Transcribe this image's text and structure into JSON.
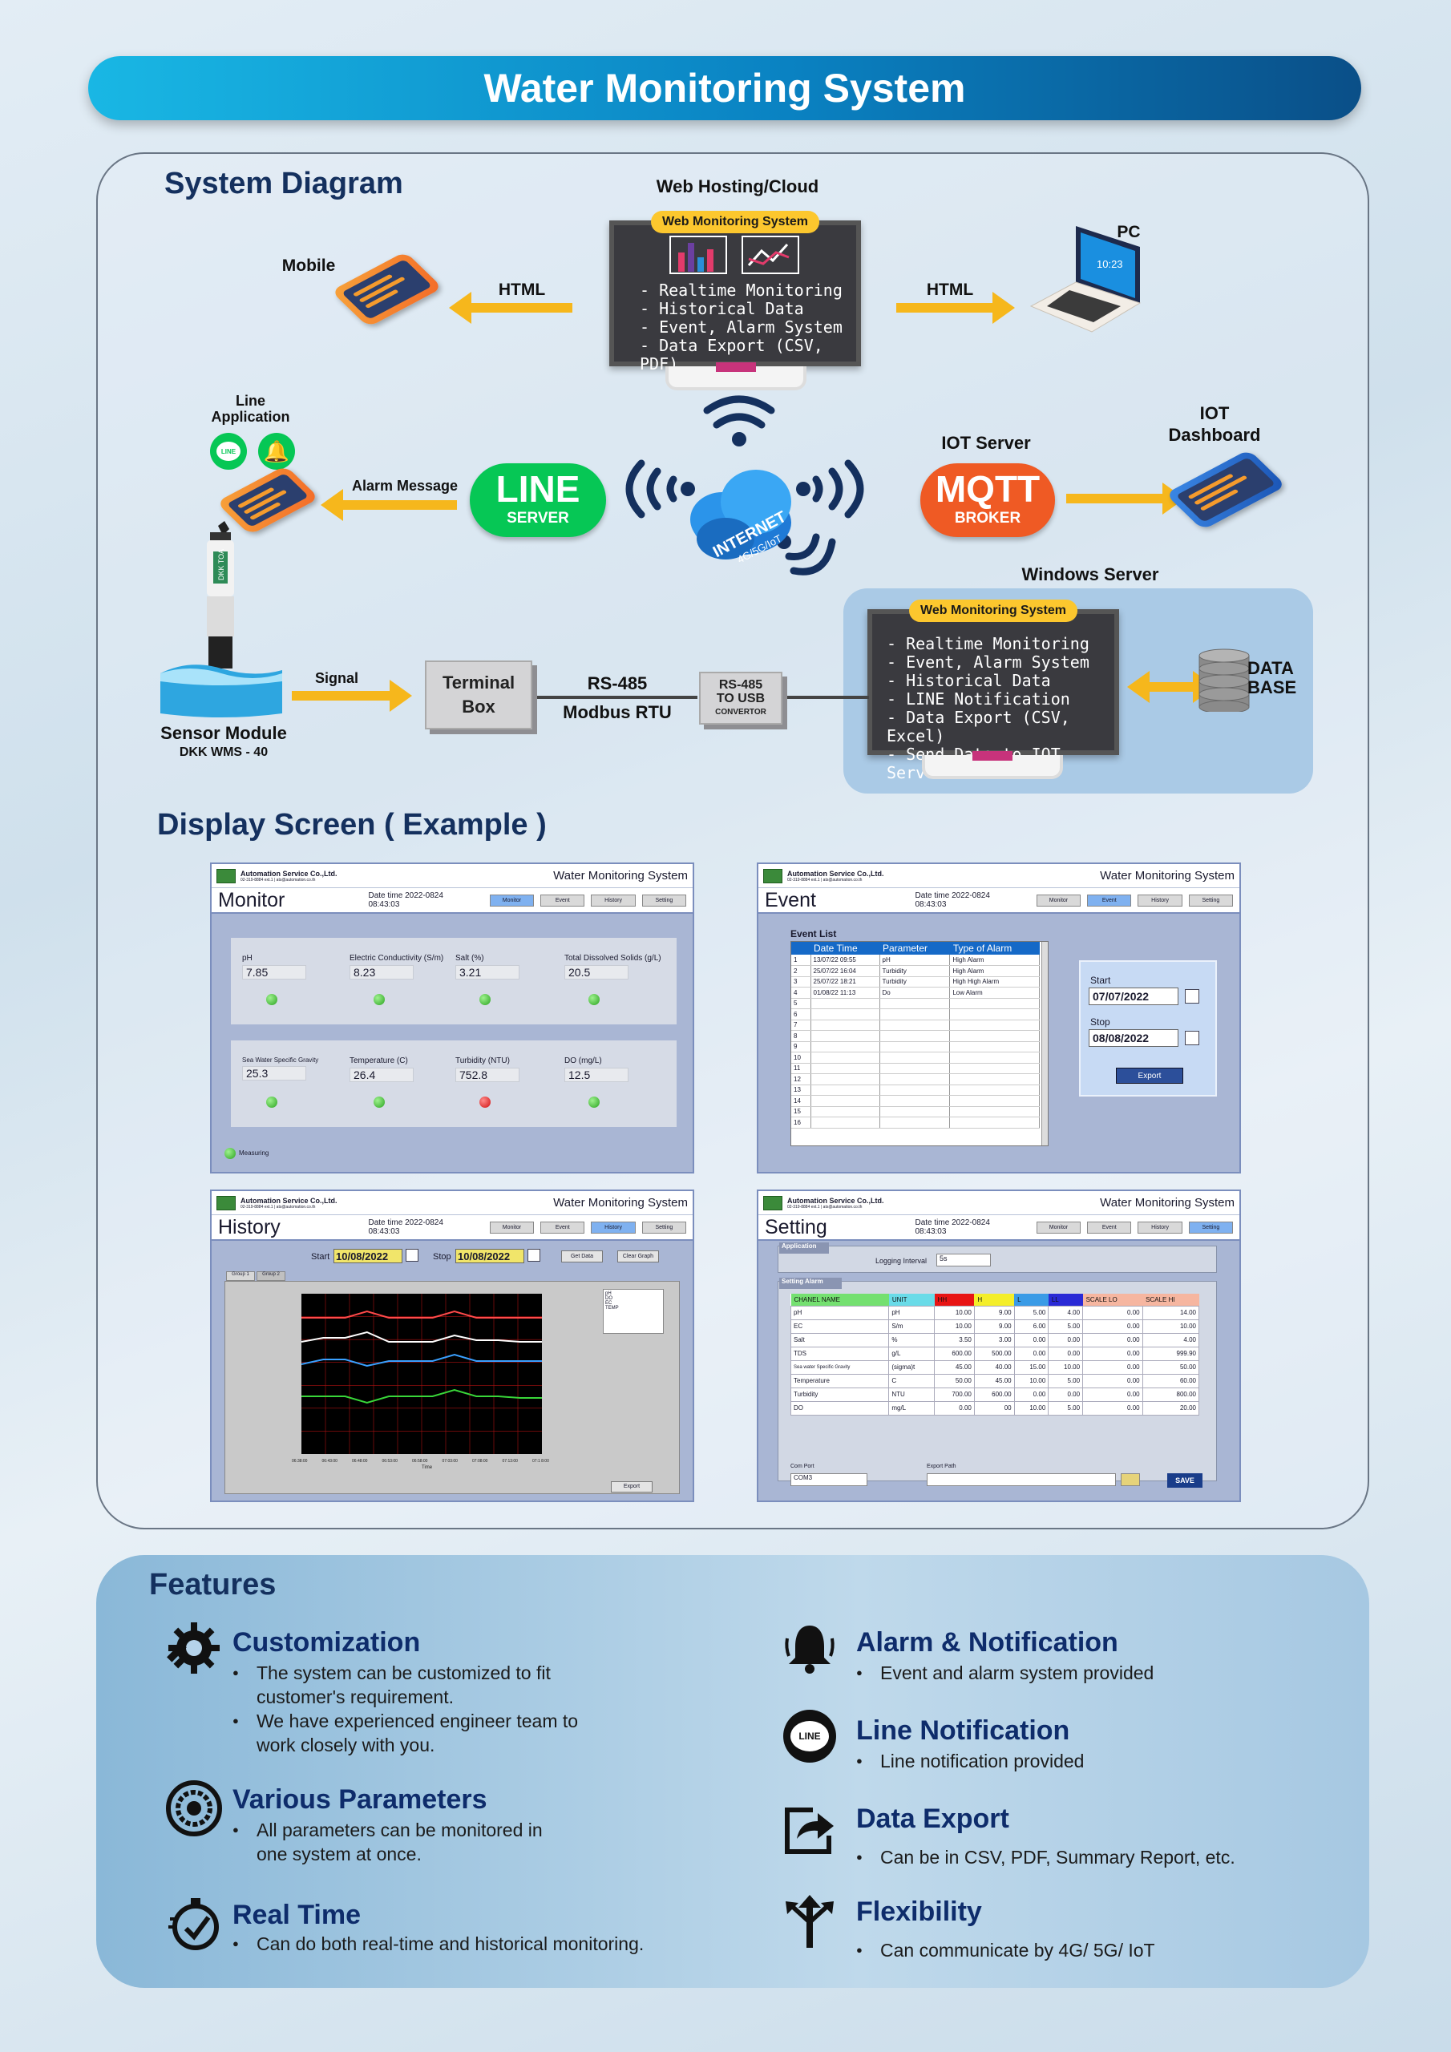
{
  "header": {
    "title": "Water Monitoring System"
  },
  "diagram": {
    "section_title": "System Diagram",
    "web_hosting": {
      "title": "Web Hosting/Cloud",
      "tag": "Web Monitoring System",
      "items": [
        "- Realtime Monitoring",
        "- Historical Data",
        "- Event, Alarm System",
        "- Data Export (CSV, PDF)"
      ]
    },
    "mobile_label": "Mobile",
    "pc_label": "PC",
    "pc_clock": "10:23",
    "html_left": "HTML",
    "html_right": "HTML",
    "line_app_label": "Line Application",
    "line_icon_text": "LINE",
    "alarm_message": "Alarm Message",
    "line_server": {
      "top": "LINE",
      "bottom": "SERVER"
    },
    "internet": {
      "main": "INTERNET",
      "sub": "4G/5G/IoT"
    },
    "iot_server_label": "IOT Server",
    "mqtt": {
      "top": "MQTT",
      "bottom": "BROKER"
    },
    "iot_dashboard_label": "IOT Dashboard",
    "windows_server": {
      "title": "Windows Server",
      "tag": "Web Monitoring System",
      "items": [
        "- Realtime Monitoring",
        "- Event, Alarm System",
        "- Historical Data",
        "- LINE Notification",
        "- Data Export (CSV, Excel)",
        "- Send Data to IOT Server"
      ]
    },
    "database": "DATA BASE",
    "sensor": {
      "name": "Sensor Module",
      "model": "DKK WMS - 40",
      "probe_text": "DKK TOA"
    },
    "signal": "Signal",
    "terminal_box": "Terminal Box",
    "rs485": {
      "top": "RS-485",
      "bottom": "Modbus RTU"
    },
    "converter": {
      "top": "RS-485",
      "mid": "TO USB",
      "bottom": "CONVERTOR"
    }
  },
  "display": {
    "section_title": "Display Screen ( Example )",
    "common": {
      "company": "Automation Service Co.,Ltd.",
      "company_sub": "02-319-8884 ext.1 | ats@automation.co.th",
      "system": "Water Monitoring System",
      "datetime_label": "Date time",
      "datetime": "2022-0824 08:43:03",
      "buttons": [
        "Monitor",
        "Event",
        "History",
        "Setting"
      ]
    },
    "monitor": {
      "title": "Monitor",
      "params": [
        {
          "label": "pH",
          "value": "7.85",
          "status": "green"
        },
        {
          "label": "Electric Conductivity (S/m)",
          "value": "8.23",
          "status": "green"
        },
        {
          "label": "Salt (%)",
          "value": "3.21",
          "status": "green"
        },
        {
          "label": "Total Dissolved Solids (g/L)",
          "value": "20.5",
          "status": "green"
        },
        {
          "label": "Sea Water Specific Gravity",
          "value": "25.3",
          "status": "green"
        },
        {
          "label": "Temperature (C)",
          "value": "26.4",
          "status": "green"
        },
        {
          "label": "Turbidity (NTU)",
          "value": "752.8",
          "status": "red"
        },
        {
          "label": "DO (mg/L)",
          "value": "12.5",
          "status": "green"
        }
      ],
      "legend": "Measuring"
    },
    "event": {
      "title": "Event",
      "list_title": "Event List",
      "columns": [
        "Date Time",
        "Parameter",
        "Type of Alarm"
      ],
      "rows": [
        {
          "n": "1",
          "dt": "13/07/22  09:55",
          "p": "pH",
          "t": "High Alarm"
        },
        {
          "n": "2",
          "dt": "25/07/22  16:04",
          "p": "Turbidity",
          "t": "High Alarm"
        },
        {
          "n": "3",
          "dt": "25/07/22  18:21",
          "p": "Turbidity",
          "t": "High High Alarm"
        },
        {
          "n": "4",
          "dt": "01/08/22  11:13",
          "p": "Do",
          "t": "Low Alarm"
        }
      ],
      "row_numbers": [
        "5",
        "6",
        "7",
        "8",
        "9",
        "10",
        "11",
        "12",
        "13",
        "14",
        "15",
        "16"
      ],
      "start_label": "Start",
      "start": "07/07/2022",
      "stop_label": "Stop",
      "stop": "08/08/2022",
      "export": "Export"
    },
    "history": {
      "title": "History",
      "start_label": "Start",
      "start": "10/08/2022",
      "stop_label": "Stop",
      "stop": "10/08/2022",
      "btn1": "Get Data",
      "btn2": "Clear Graph",
      "tabs": [
        "Group 1",
        "Group 2"
      ],
      "legend": [
        "pH",
        "DO",
        "EC",
        "TEMP"
      ],
      "x_ticks": [
        "06:38:00",
        "06:43:00",
        "06:48:00",
        "06:53:00",
        "06:58:00",
        "07:03:00",
        "07:08:00",
        "07:13:00",
        "07:1 8:00"
      ],
      "x_label": "Time",
      "export": "Export"
    },
    "setting": {
      "title": "Setting",
      "app_tab": "Application",
      "logging_label": "Logging Interval",
      "logging_value": "5s",
      "alarm_tab": "Setting Alarm",
      "columns": [
        "CHANEL NAME",
        "UNIT",
        "HH",
        "H",
        "L",
        "LL",
        "SCALE LO",
        "SCALE HI"
      ],
      "rows": [
        [
          "pH",
          "pH",
          "10.00",
          "9.00",
          "5.00",
          "4.00",
          "0.00",
          "14.00"
        ],
        [
          "EC",
          "S/m",
          "10.00",
          "9.00",
          "6.00",
          "5.00",
          "0.00",
          "10.00"
        ],
        [
          "Salt",
          "%",
          "3.50",
          "3.00",
          "0.00",
          "0.00",
          "0.00",
          "4.00"
        ],
        [
          "TDS",
          "g/L",
          "600.00",
          "500.00",
          "0.00",
          "0.00",
          "0.00",
          "999.90"
        ],
        [
          "Sea water Specific Gravity",
          "(sigma)t",
          "45.00",
          "40.00",
          "15.00",
          "10.00",
          "0.00",
          "50.00"
        ],
        [
          "Temperature",
          "C",
          "50.00",
          "45.00",
          "10.00",
          "5.00",
          "0.00",
          "60.00"
        ],
        [
          "Turbidity",
          "NTU",
          "700.00",
          "600.00",
          "0.00",
          "0.00",
          "0.00",
          "800.00"
        ],
        [
          "DO",
          "mg/L",
          "0.00",
          "00",
          "10.00",
          "5.00",
          "0.00",
          "20.00"
        ]
      ],
      "comport_label": "Com Port",
      "comport": "COM3",
      "export_label": "Export Path",
      "save": "SAVE"
    }
  },
  "features": {
    "title": "Features",
    "items": [
      {
        "icon": "gear-wrench-icon",
        "title": "Customization",
        "points": [
          "The system can be customized to fit customer's requirement.",
          "We have experienced engineer team to work closely with you."
        ]
      },
      {
        "icon": "parameters-icon",
        "title": "Various Parameters",
        "points": [
          "All parameters can be monitored in one system at once."
        ]
      },
      {
        "icon": "stopwatch-icon",
        "title": "Real Time",
        "points": [
          "Can do both real-time and historical monitoring."
        ]
      },
      {
        "icon": "bell-icon",
        "title": "Alarm & Notification",
        "points": [
          "Event and alarm system provided"
        ]
      },
      {
        "icon": "line-icon",
        "title": "Line Notification",
        "points": [
          "Line notification provided"
        ],
        "icon_text": "LINE"
      },
      {
        "icon": "export-icon",
        "title": "Data Export",
        "points": [
          "Can be in CSV, PDF, Summary Report, etc."
        ]
      },
      {
        "icon": "flexibility-arrows-icon",
        "title": "Flexibility",
        "points": [
          "Can communicate by 4G/ 5G/ IoT"
        ]
      }
    ]
  },
  "colors": {
    "title_start": "#19b7e4",
    "title_end": "#0a4f88",
    "arrow": "#f6b71c",
    "line_green": "#06c755",
    "mqtt_orange": "#ef5a24",
    "navy": "#14305e"
  }
}
